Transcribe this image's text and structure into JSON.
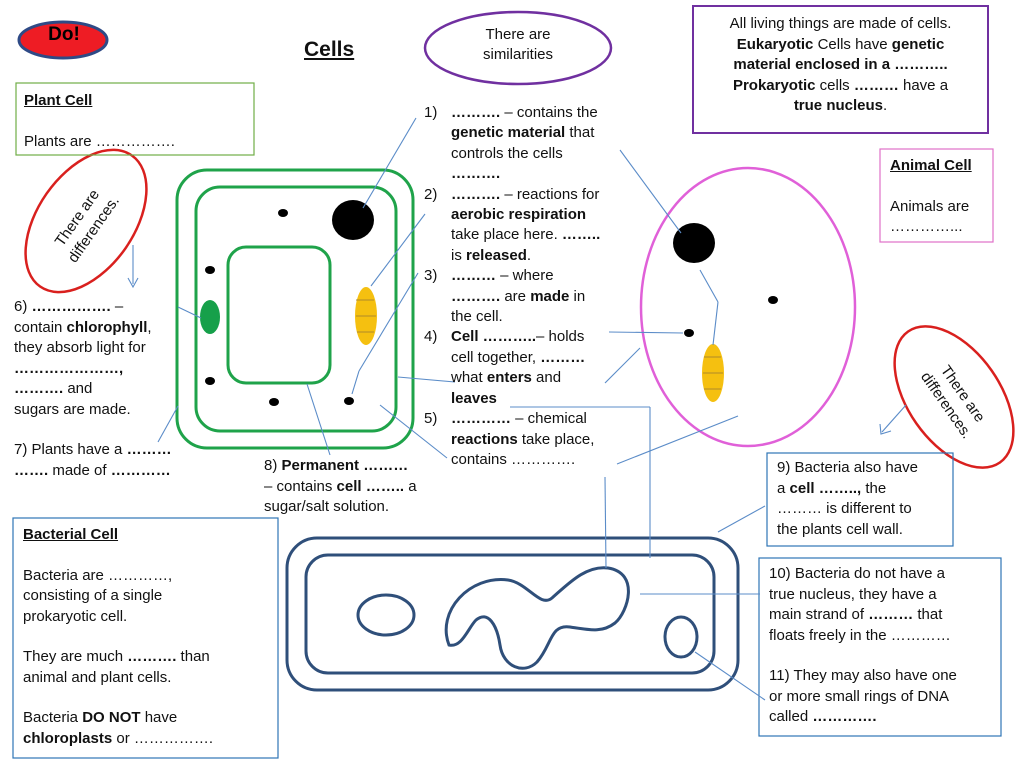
{
  "do_badge": "Do!",
  "title": "Cells",
  "similarities_oval": "There are similarities",
  "differences_oval_left": "There are differences.",
  "differences_oval_right": "There are differences.",
  "intro_box": {
    "l1": "All living things are made of cells.",
    "l2a": "Eukaryotic",
    "l2b": " Cells have ",
    "l2c": "genetic",
    "l3": "material enclosed in a ………..",
    "l4a": "Prokaryotic",
    "l4b": " cells ",
    "l4c": "………",
    "l4d": " have a",
    "l5a": "true nucleus",
    "l5b": "."
  },
  "plant_cell_box": {
    "heading": "Plant Cell",
    "text": "Plants are ……………."
  },
  "animal_cell_box": {
    "heading": "Animal Cell",
    "text1": "Animals are",
    "text2": "…………..."
  },
  "bacterial_cell_box": {
    "heading": "Bacterial Cell",
    "p1a": "Bacteria are …………,",
    "p1b": "consisting of a single",
    "p1c": "prokaryotic cell.",
    "p2a": "They are much ",
    "p2b": "……….",
    "p2c": " than",
    "p2d": "animal and plant cells.",
    "p3a": "Bacteria ",
    "p3b": "DO NOT",
    "p3c": " have",
    "p3d": "chloroplasts",
    "p3e": " or ……………."
  },
  "numbered_items": [
    {
      "num": "1)",
      "l1a": "……….",
      "l1b": " – contains the",
      "l2a": "genetic material",
      "l2b": " that",
      "l3": "controls the cells",
      "l4": "………."
    },
    {
      "num": "2)",
      "l1a": "……….",
      "l1b": " – reactions for",
      "l2": "aerobic respiration",
      "l3a": "take place here. ",
      "l3b": "……..",
      "l4a": "is ",
      "l4b": "released",
      "l4c": "."
    },
    {
      "num": "3)",
      "l1a": "………",
      "l1b": " – where",
      "l2a": "……….",
      "l2b": " are ",
      "l2c": "made",
      "l2d": " in",
      "l3": "the cell."
    },
    {
      "num": "4)",
      "l1a": "Cell ………..",
      "l1b": "– holds",
      "l2a": "cell together, ",
      "l2b": "………",
      "l3a": "what ",
      "l3b": "enters",
      "l3c": " and",
      "l4": "leaves"
    },
    {
      "num": "5)",
      "l1a": "…………",
      "l1b": " – chemical",
      "l2a": "reactions",
      "l2b": " take place,",
      "l3": "contains …………."
    }
  ],
  "item6": {
    "a": "6) ",
    "b": "…………….",
    "c": " –",
    "d": "contain ",
    "e": "chlorophyll",
    "f": ",",
    "g": "they absorb light for",
    "h": "…………………,",
    "i": "……….",
    "j": " and",
    "k": "sugars are made."
  },
  "item7": {
    "a": "7) Plants have a ",
    "b": "………",
    "c": "…….",
    "d": " made of ",
    "e": "…………"
  },
  "item8": {
    "a": "8) ",
    "b": "Permanent",
    "c": " ………",
    "d": "– contains ",
    "e": "cell",
    "f": " ……..",
    "g": " a",
    "h": "sugar/salt solution."
  },
  "item9": {
    "a": "9) Bacteria also have",
    "b": "a ",
    "c": "cell",
    "d": "  ……..,",
    "e": " the",
    "f": "……… is different to",
    "g": "the plants cell wall."
  },
  "item10_11": {
    "a": "10) Bacteria do not have a",
    "b": "true nucleus, they have a",
    "c": "main strand of ",
    "d": "………",
    "e": " that",
    "f": "floats freely in the …………",
    "g": "11) They may also have one",
    "h": "or more small rings of DNA",
    "i": "called ",
    "j": "…………."
  },
  "colors": {
    "plant_wall": "#1fa34a",
    "chloroplast": "#16a04a",
    "mitochondria": "#f5c010",
    "animal_membrane": "#e060d8",
    "bacteria": "#2f4f7a",
    "oval_red": "#d9201e",
    "oval_purple": "#7030a0",
    "box_purple": "#7030a0",
    "box_blue": "#2e75b6",
    "box_green": "#70ad47",
    "box_pink": "#e070c8",
    "pointer": "#5b8cc8"
  }
}
